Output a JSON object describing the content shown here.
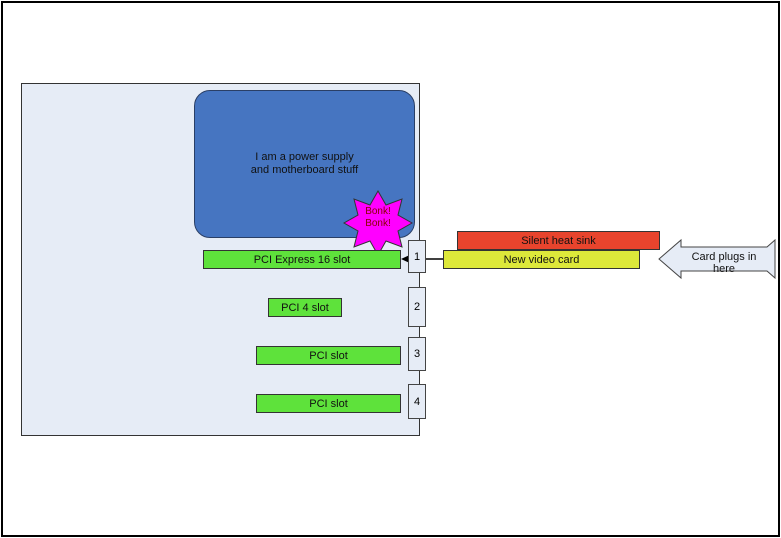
{
  "power_supply": {
    "line1": "I am a power supply",
    "line2": "and motherboard stuff"
  },
  "bonk": {
    "line1": "Bonk!",
    "line2": "Bonk!"
  },
  "slots": {
    "pci_express": "PCI Express 16 slot",
    "pci4": "PCI 4 slot",
    "pci_a": "PCI slot",
    "pci_b": "PCI slot"
  },
  "brackets": [
    "1",
    "2",
    "3",
    "4"
  ],
  "heat_sink": "Silent heat sink",
  "video_card": "New video card",
  "plug_arrow": "Card plugs in here",
  "colors": {
    "psu": "#4675c1",
    "slot": "#5ee23b",
    "heat_sink": "#e8442d",
    "video_card": "#dde83a",
    "star": "#ff00ff"
  }
}
